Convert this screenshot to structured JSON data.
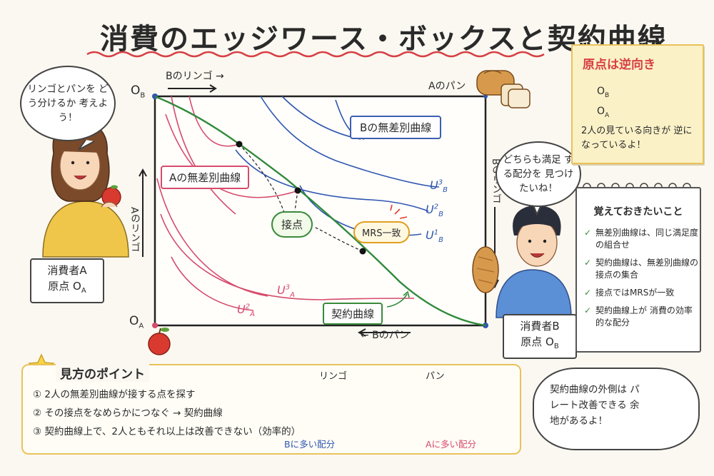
{
  "title": "消費のエッジワース・ボックスと契約曲線",
  "colors": {
    "blue": "#2f56b0",
    "pink": "#d64b6b",
    "green": "#2f8a3a",
    "yellow": "#e9c25a",
    "red": "#d64045"
  },
  "box": {
    "ob_label": "O",
    "ob_sub": "B",
    "oa_label": "O",
    "oa_sub": "A",
    "top_axis": "Bのリンゴ →",
    "top_right": "Aのパン",
    "left_axis": "Aのリンゴ",
    "right_axis": "Bのリンゴ",
    "bottom_axis": "← Bのパン",
    "b_curves_label": "Bの無差別曲線",
    "a_curves_label": "Aの無差別曲線",
    "tangent_label": "接点",
    "mrs_label": "MRS一致",
    "contract_label": "契約曲線",
    "ub3": "U",
    "ub3_sup": "3",
    "ub3_sub": "B",
    "ub2": "U",
    "ub2_sup": "2",
    "ub2_sub": "B",
    "ub1": "U",
    "ub1_sup": "1",
    "ub1_sub": "B",
    "ua3": "U",
    "ua3_sup": "3",
    "ua3_sub": "A",
    "ua2": "U",
    "ua2_sup": "2",
    "ua2_sub": "A"
  },
  "left_char": {
    "speech": "リンゴとパンを どう分けるか 考えよう！",
    "name_line1": "消費者A",
    "name_line2": "原点 O",
    "name_sub": "A"
  },
  "right_char": {
    "speech": "どちらも満足 する配分を 見つけたいね！",
    "name_line1": "消費者B",
    "name_line2": "原点 O",
    "name_sub": "B"
  },
  "note_origin": {
    "heading": "原点は逆向き",
    "ob": "O",
    "ob_sub": "B",
    "oa": "O",
    "oa_sub": "A",
    "desc": "2人の見ている向きが 逆になっているよ！"
  },
  "notebook": {
    "heading": "覚えておきたいこと",
    "items": [
      "無差別曲線は、同じ満足度の組合せ",
      "契約曲線は、無差別曲線の接点の集合",
      "接点ではMRSが一致",
      "契約曲線上が 消費の効率的な配分"
    ]
  },
  "points": {
    "heading": "見方のポイント",
    "items": [
      "① 2人の無差別曲線が接する点を探す",
      "② その接点をなめらかにつなぐ → 契約曲線",
      "③ 契約曲線上で、2人ともそれ以上は改善できない（効率的）"
    ],
    "apple_label": "リンゴ",
    "bread_label": "パン",
    "b_more": "Bに多い配分",
    "a_more": "Aに多い配分"
  },
  "cloud_note": "契約曲線の外側は パレート改善できる 余地があるよ！"
}
